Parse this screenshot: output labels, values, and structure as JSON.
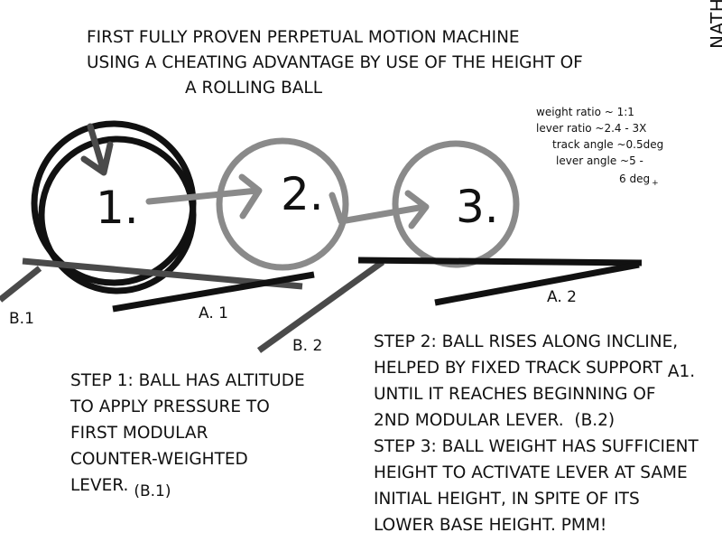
{
  "title": {
    "line1": "FIRST FULLY PROVEN PERPETUAL MOTION MACHINE",
    "line2": "USING A CHEATING ADVANTAGE BY USE OF THE HEIGHT OF",
    "line3": "A ROLLING BALL"
  },
  "author": "NATHAN LARKIN COPPEDGE",
  "notes": {
    "weight_ratio": "weight ratio ~ 1:1",
    "lever_ratio": "lever ratio ~2.4 - 3X",
    "track_angle": "track angle ~0.5deg",
    "lever_angle_a": "lever angle ~5 -",
    "lever_angle_b": "6 deg",
    "lever_angle_plus": "+"
  },
  "positions": {
    "p1": "1.",
    "p2": "2.",
    "p3": "3."
  },
  "labels": {
    "b1": "B.1",
    "a1": "A. 1",
    "b2": "B. 2",
    "a2": "A. 2"
  },
  "step1": {
    "line1": "STEP 1: BALL HAS ALTITUDE",
    "line2": "TO APPLY PRESSURE TO",
    "line3": "FIRST MODULAR",
    "line4": "COUNTER-WEIGHTED",
    "line5": "LEVER.",
    "line5_ref": "(B.1)"
  },
  "step2": {
    "line1": "STEP 2: BALL RISES ALONG INCLINE,",
    "line2": "HELPED BY FIXED TRACK SUPPORT",
    "line2_ref": "A1.",
    "line3": "UNTIL IT REACHES BEGINNING OF",
    "line4": "2ND MODULAR LEVER.",
    "line4_ref": "(B.2)"
  },
  "step3": {
    "line1": "STEP 3: BALL WEIGHT HAS SUFFICIENT",
    "line2": "HEIGHT TO ACTIVATE LEVER AT SAME",
    "line3": "INITIAL HEIGHT, IN SPITE OF ITS",
    "line4": "LOWER BASE HEIGHT. PMM!"
  },
  "colors": {
    "black": "#111111",
    "dark_gray": "#4a4a4a",
    "mid_gray": "#8a8a8a",
    "light_gray": "#9a9a9a",
    "background": "#ffffff"
  }
}
